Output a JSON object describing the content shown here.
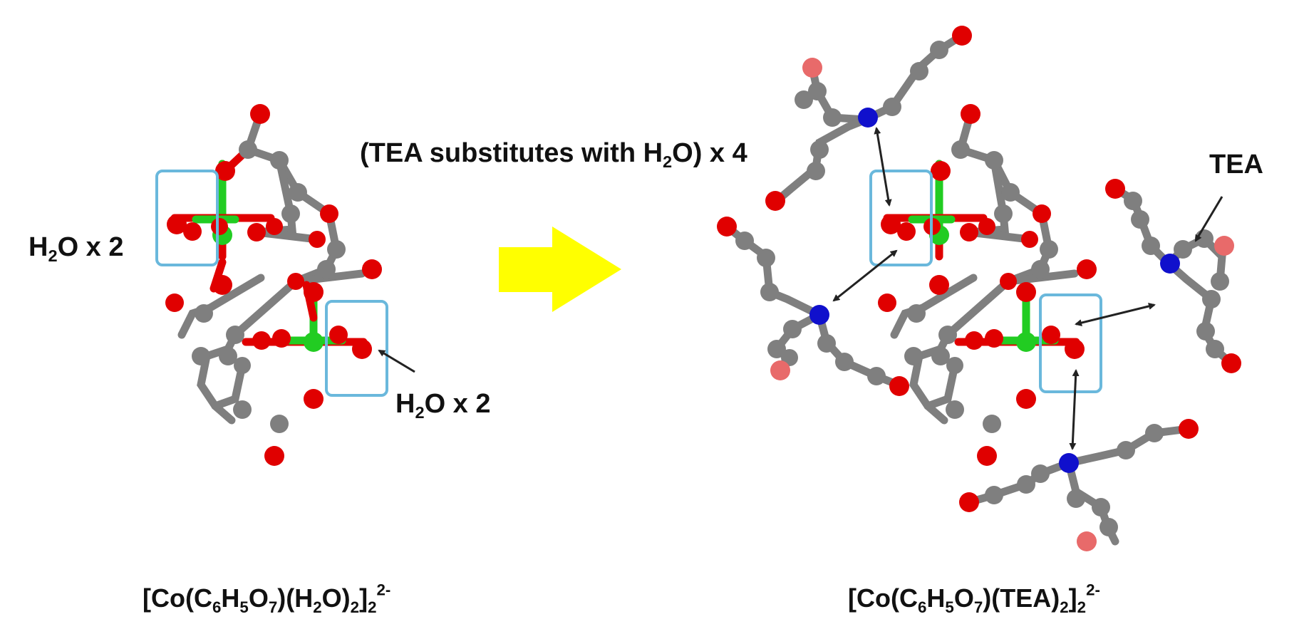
{
  "labels": {
    "h2o_left": {
      "pre": "H",
      "sub": "2",
      "post": "O x 2"
    },
    "h2o_bottom": {
      "pre": "H",
      "sub": "2",
      "post": "O x 2"
    },
    "substitution": {
      "pre": "(TEA substitutes with H",
      "sub": "2",
      "post": "O) x 4"
    },
    "tea": "TEA",
    "formula_left": {
      "p1": "[Co(C",
      "s1": "6",
      "p2": "H",
      "s2": "5",
      "p3": "O",
      "s3": "7",
      "p4": ")(H",
      "s4": "2",
      "p5": "O)",
      "s5": "2",
      "p6": "]",
      "s6": "2",
      "sup": "2-"
    },
    "formula_right": {
      "p1": "[Co(C",
      "s1": "6",
      "p2": "H",
      "s2": "5",
      "p3": "O",
      "s3": "7",
      "p4": ")(TEA)",
      "s4": "2",
      "p5": "]",
      "s5": "2",
      "sup": "2-"
    }
  },
  "colors": {
    "carbon": "#7f7f7f",
    "oxygen": "#e00000",
    "oxygen_faded": "#e86a6a",
    "nitrogen": "#1010cc",
    "cobalt": "#22cc22",
    "box": "#6ab8dc",
    "arrow": "#ffff00",
    "pointer": "#222222"
  }
}
